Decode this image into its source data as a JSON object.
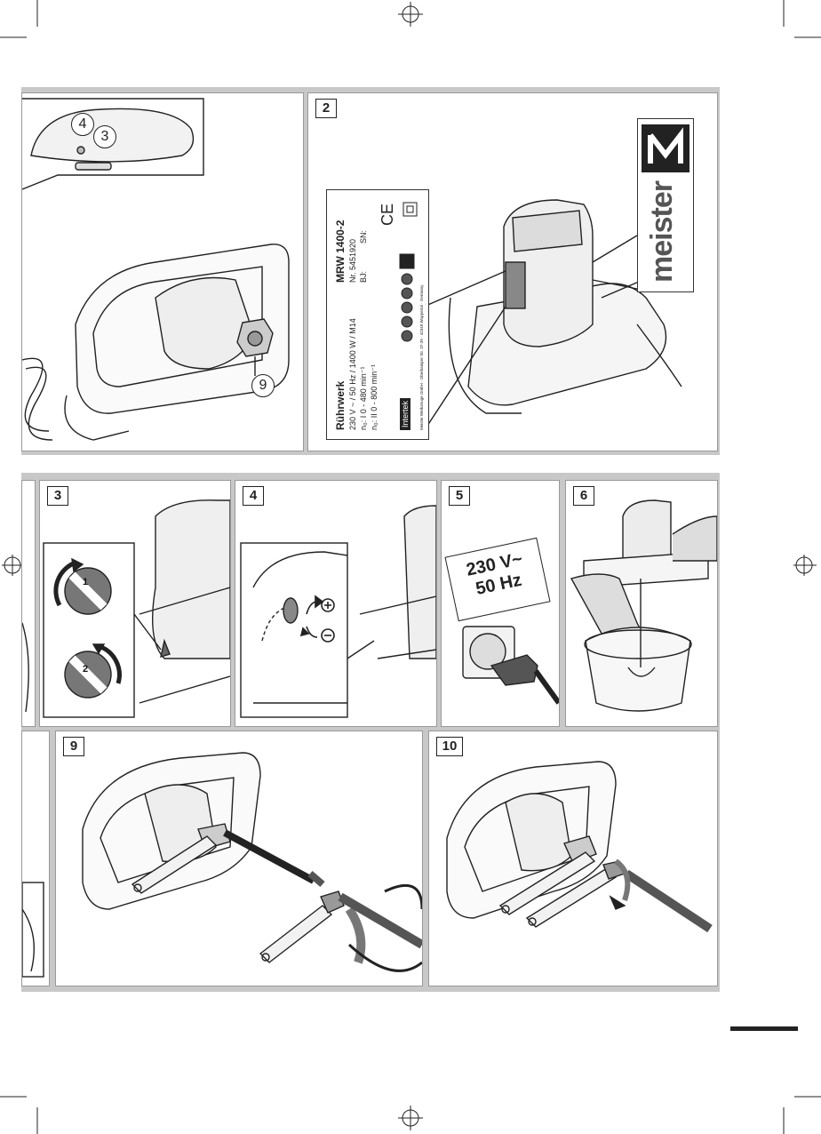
{
  "panels": {
    "p2": {
      "number": "2"
    },
    "p3": {
      "number": "3"
    },
    "p4": {
      "number": "4"
    },
    "p5": {
      "number": "5"
    },
    "p6": {
      "number": "6"
    },
    "p9": {
      "number": "9"
    },
    "p10": {
      "number": "10"
    }
  },
  "callouts": {
    "c4": "4",
    "c3": "3",
    "c9": "9"
  },
  "rating_plate": {
    "product": "Rührwerk",
    "electrical": "230 V ~ / 50 Hz / 1400 W / M14",
    "speed1": "n₀: I 0 - 480 min⁻¹",
    "speed2": "n₀: II 0 - 800 min⁻¹",
    "model": "MRW 1400-2",
    "nr": "Nr. 5451920",
    "bj": "BJ:",
    "sn": "SN:",
    "ce": "CE",
    "cert": "Intertek",
    "maker": "Meister Werkzeuge GmbH · Oberkamper Str. 37-39 · 42349 Wuppertal · Germany"
  },
  "brand": "meister",
  "socket_sign": {
    "line1": "230 V~",
    "line2": "50 Hz"
  },
  "dial": {
    "gear1": "1",
    "gear2": "2"
  },
  "colors": {
    "frame": "#c8c8c8",
    "ink": "#222222",
    "shade": "#dcdcdc"
  }
}
